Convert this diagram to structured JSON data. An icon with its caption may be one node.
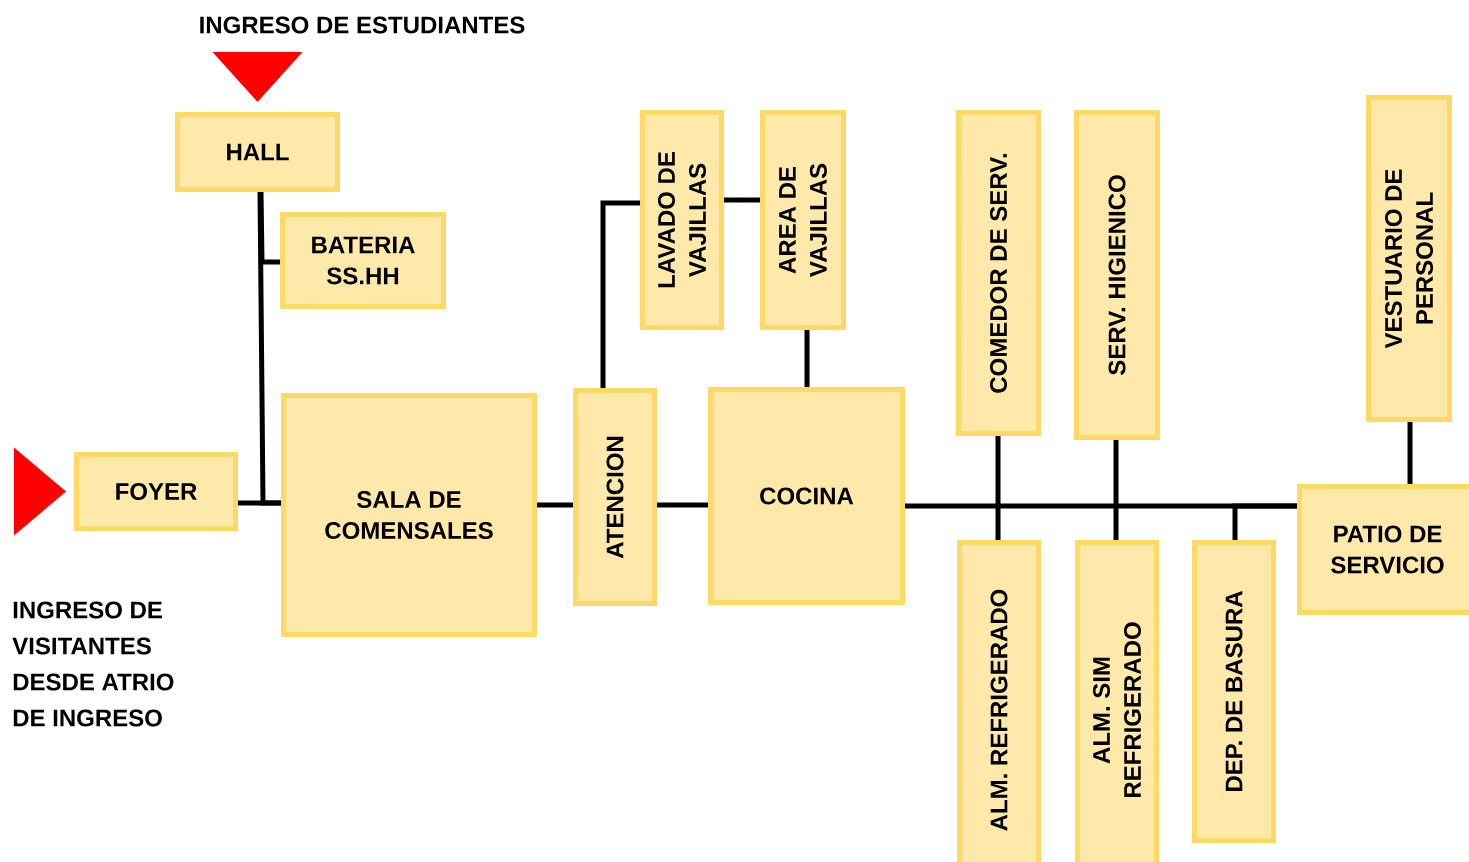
{
  "diagram": {
    "nodes": [
      {
        "text": [
          "HALL"
        ]
      },
      {
        "text": [
          "BATERIA SS.HH"
        ]
      },
      {
        "text": [
          "FOYER"
        ]
      },
      {
        "text": [
          "SALA DE COMENSALES"
        ]
      },
      {
        "text": [
          "ATENCION"
        ]
      },
      {
        "text": [
          "LAVADO DE VAJILLAS"
        ]
      },
      {
        "text": [
          "AREA DE VAJILLAS"
        ]
      },
      {
        "text": [
          "COCINA"
        ]
      },
      {
        "text": [
          "COMEDOR DE SERV."
        ]
      },
      {
        "text": [
          "SERV. HIGIENICO"
        ]
      },
      {
        "text": [
          "VESTUARIO DE PERSONAL"
        ]
      },
      {
        "text": [
          "ALM. REFRIGERADO"
        ]
      },
      {
        "text": [
          "ALM. SIM REFRIGERADO"
        ]
      },
      {
        "text": [
          "DEP. DE BASURA"
        ]
      },
      {
        "text": [
          "PATIO DE SERVICIO"
        ]
      }
    ],
    "edges": [
      {
        "from": null,
        "to": 0,
        "arrow": "to",
        "color": "#ff0000"
      },
      {
        "from": null,
        "to": 2,
        "arrow": "to",
        "color": "#ff0000"
      },
      {
        "from": 2,
        "to": 3,
        "arrow": "none"
      },
      {
        "from": 0,
        "to": 3,
        "arrow": "none"
      },
      {
        "from": 1,
        "to": 0,
        "arrow": "none"
      },
      {
        "from": 3,
        "to": 4,
        "arrow": "none"
      },
      {
        "from": 4,
        "to": 7,
        "arrow": "none"
      },
      {
        "from": 4,
        "to": 5,
        "arrow": "none"
      },
      {
        "from": 5,
        "to": 6,
        "arrow": "none"
      },
      {
        "from": 6,
        "to": 7,
        "arrow": "none"
      },
      {
        "from": 7,
        "to": 14,
        "arrow": "none"
      },
      {
        "from": 8,
        "to": 11,
        "arrow": "none"
      },
      {
        "from": 9,
        "to": 12,
        "arrow": "none"
      },
      {
        "from": 13,
        "to": 14,
        "arrow": "none"
      },
      {
        "from": 10,
        "to": 14,
        "arrow": "none"
      }
    ],
    "labels": [
      "INGRESO DE ESTUDIANTES",
      "INGRESO DE VISITANTES DESDE ATRIO DE INGRESO"
    ]
  }
}
